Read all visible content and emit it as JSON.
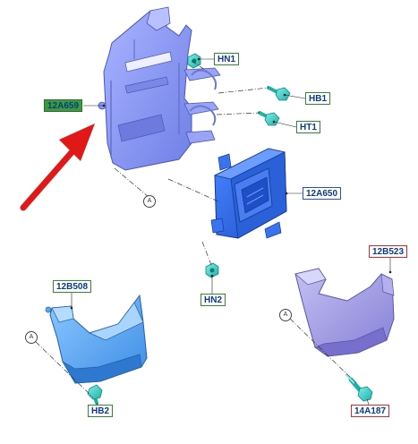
{
  "labels": {
    "hn1": "HN1",
    "hb1": "HB1",
    "ht1": "HT1",
    "p12a659": "12A659",
    "p12a650": "12A650",
    "hn2": "HN2",
    "p12b523": "12B523",
    "p12b508": "12B508",
    "p14a187": "14A187",
    "hb2": "HB2"
  },
  "reference_marks": {
    "a1": "A",
    "a2": "A",
    "a3": "A"
  },
  "colors": {
    "bracket": "#8a96f0",
    "module": "#2f6ce8",
    "shield_left": "#5aa8f0",
    "shield_right": "#9d97e0",
    "fastener": "#3fd0c8",
    "arrow": "#e01818",
    "label_green": "#2e8b2e",
    "label_blue": "#2a4fc8",
    "label_red": "#d42a2a"
  },
  "icons": {
    "pointer": "red-arrow-icon",
    "nut": "nut-icon",
    "bolt": "bolt-icon"
  }
}
